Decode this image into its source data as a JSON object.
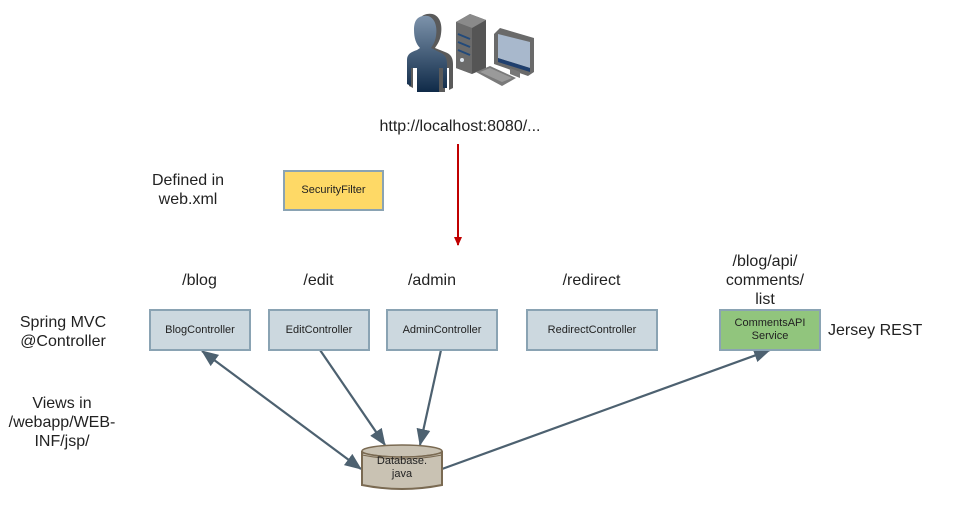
{
  "diagram": {
    "url_label": "http://localhost:8080/...",
    "icons": [
      "user-icon",
      "desktop-computer-icon"
    ],
    "annotations": {
      "defined_in": "Defined in\nweb.xml",
      "spring_mvc": "Spring MVC\n@Controller",
      "views_in": "Views in\n/webapp/WEB-\nINF/jsp/",
      "jersey_rest": "Jersey REST"
    },
    "filter": {
      "label": "SecurityFilter"
    },
    "routes": [
      {
        "path": "/blog",
        "component": "BlogController"
      },
      {
        "path": "/edit",
        "component": "EditController"
      },
      {
        "path": "/admin",
        "component": "AdminController"
      },
      {
        "path": "/redirect",
        "component": "RedirectController"
      },
      {
        "path": "/blog/api/\ncomments/\nlist",
        "component": "CommentsAPI\nService"
      }
    ],
    "database": {
      "label": "Database.\njava"
    },
    "connections": [
      {
        "from": "http://localhost:8080/...",
        "to": "controllers",
        "style": "single-arrow",
        "color": "#c00000"
      },
      {
        "from": "BlogController",
        "to": "Database.java",
        "style": "double-arrow",
        "color": "#4d6170"
      },
      {
        "from": "EditController",
        "to": "Database.java",
        "style": "single-arrow",
        "color": "#4d6170"
      },
      {
        "from": "AdminController",
        "to": "Database.java",
        "style": "single-arrow",
        "color": "#4d6170"
      },
      {
        "from": "Database.java",
        "to": "CommentsAPI Service",
        "style": "single-arrow",
        "color": "#4d6170"
      }
    ]
  }
}
